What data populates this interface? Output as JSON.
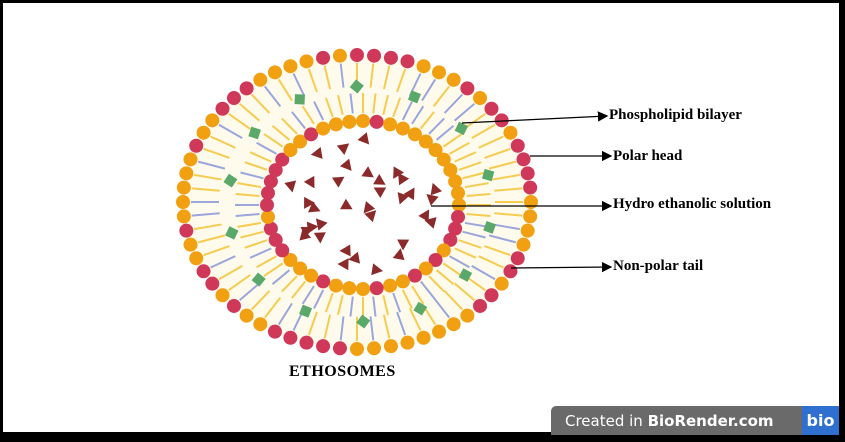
{
  "title": "ETHOSOMES",
  "labels": {
    "bilayer": "Phospholipid bilayer",
    "polar_head": "Polar head",
    "solution": "Hydro ethanolic solution",
    "tail": "Non-polar tail"
  },
  "badge": {
    "prefix": "Created in ",
    "brand": "BioRender.com",
    "logo": "bio"
  },
  "colors": {
    "head_orange": "#f0a010",
    "head_red": "#d0385a",
    "tail_yellow": "#f5cc50",
    "tail_blue": "#9aa6dc",
    "drug_green": "#5aa86a",
    "triangle": "#8b2a2a",
    "fill": "#fffbec"
  }
}
